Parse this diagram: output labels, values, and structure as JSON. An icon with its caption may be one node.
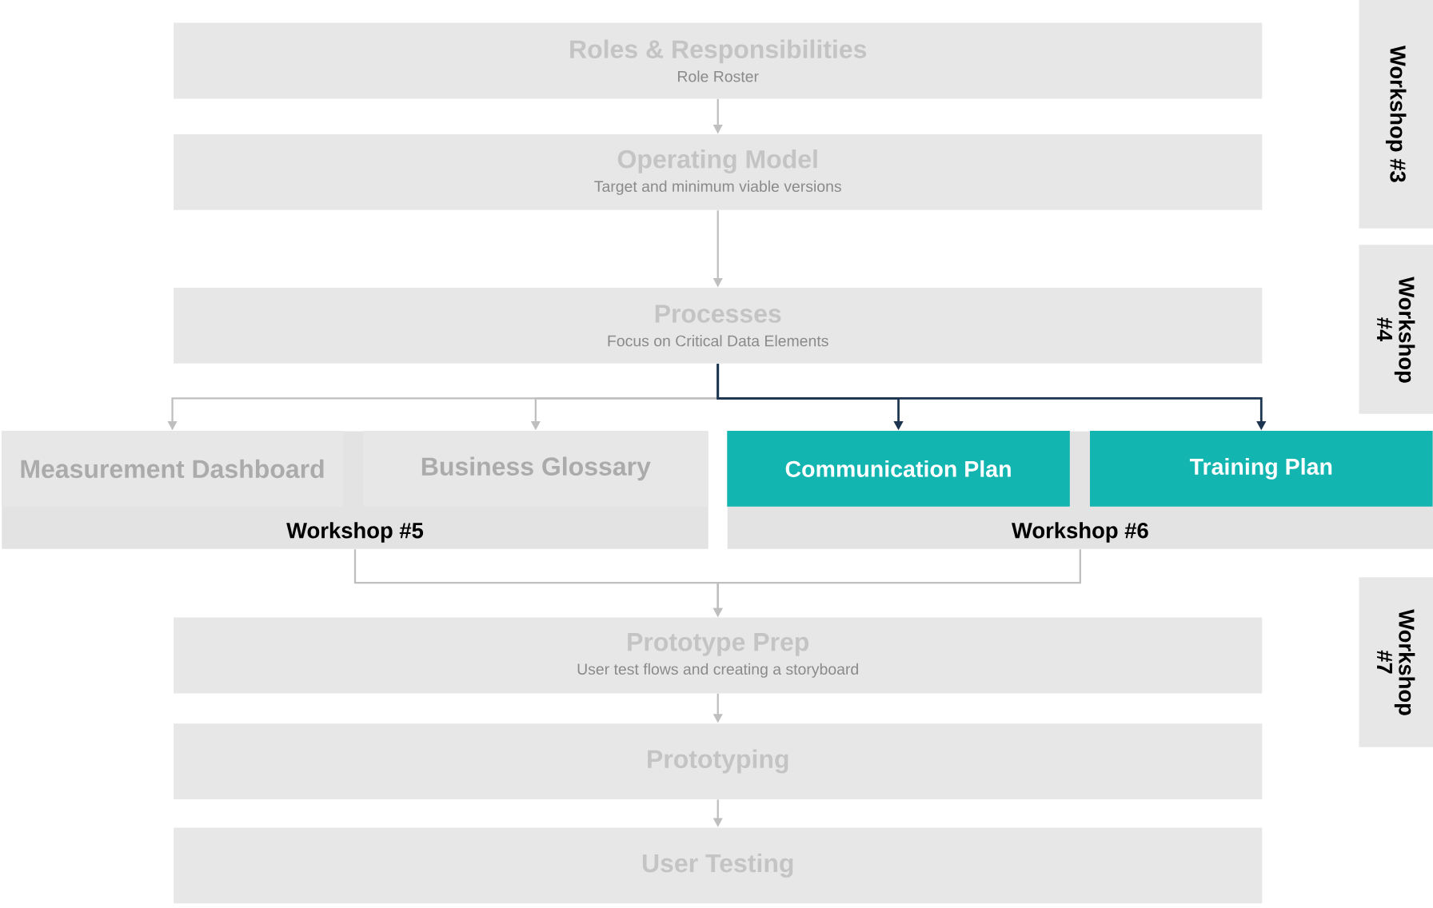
{
  "diagram": {
    "nodes": [
      {
        "text": [
          "Roles & Responsibilities",
          "Role Roster"
        ]
      },
      {
        "text": [
          "Operating Model",
          "Target and minimum viable versions"
        ]
      },
      {
        "text": [
          "Processes",
          "Focus on Critical Data Elements"
        ]
      },
      {
        "text": [
          "Workshop #5"
        ]
      },
      {
        "text": [
          "Measurement Dashboard"
        ],
        "in": 3
      },
      {
        "text": [
          "Business Glossary"
        ],
        "in": 3
      },
      {
        "text": [
          "Workshop #6"
        ]
      },
      {
        "text": [
          "Communication Plan"
        ],
        "in": 6
      },
      {
        "text": [
          "Training Plan"
        ],
        "in": 6
      },
      {
        "text": [
          "Prototype Prep",
          "User test flows and creating a storyboard"
        ]
      },
      {
        "text": [
          "Prototyping"
        ]
      },
      {
        "text": [
          "User Testing"
        ]
      },
      {
        "text": [
          "Workshop #3"
        ]
      },
      {
        "text": [
          "Workshop #4"
        ]
      },
      {
        "text": [
          "Workshop #7"
        ]
      }
    ],
    "edges": [
      {
        "from": 0,
        "to": 1,
        "arrow": "to"
      },
      {
        "from": 1,
        "to": 2,
        "arrow": "to"
      },
      {
        "from": 2,
        "to": 4,
        "arrow": "to"
      },
      {
        "from": 2,
        "to": 5,
        "arrow": "to"
      },
      {
        "from": 2,
        "to": 7,
        "arrow": "to",
        "color": "#1b3550"
      },
      {
        "from": 2,
        "to": 8,
        "arrow": "to",
        "color": "#1b3550"
      },
      {
        "from": 3,
        "to": 9,
        "arrow": "to"
      },
      {
        "from": 6,
        "to": 9,
        "arrow": "to"
      },
      {
        "from": 9,
        "to": 10,
        "arrow": "to"
      },
      {
        "from": 10,
        "to": 11,
        "arrow": "to"
      }
    ]
  }
}
